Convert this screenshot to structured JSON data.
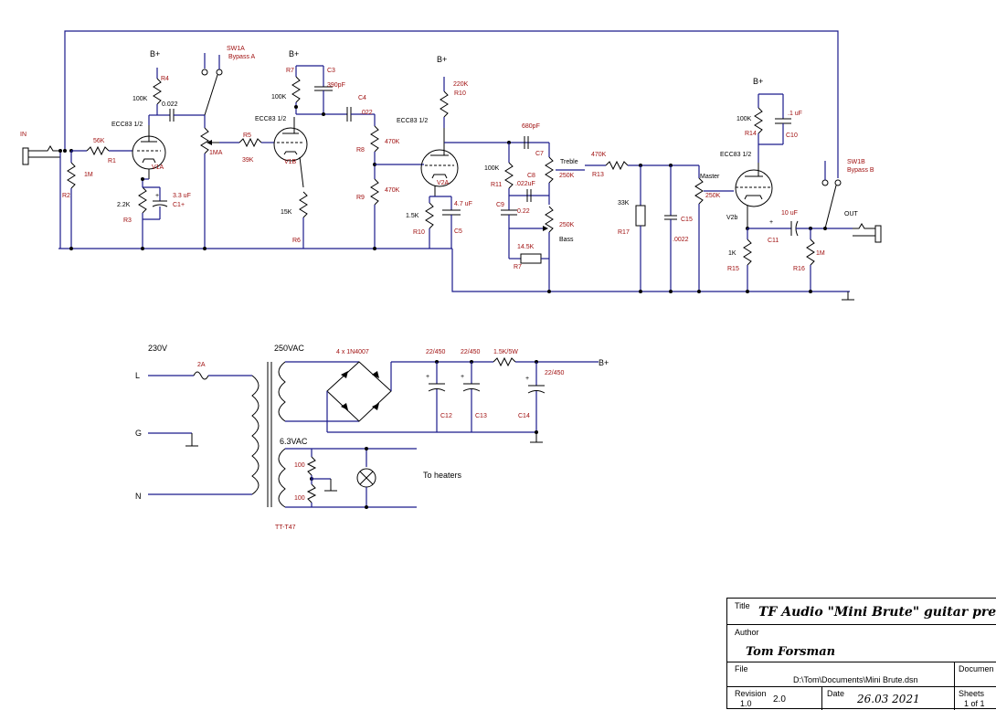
{
  "preamp": {
    "b_plus": "B+",
    "input": "IN",
    "output": "OUT",
    "components": {
      "r4": "R4",
      "r4_val": "100K",
      "c_coupling_1": "0.022",
      "r1_val": "56K",
      "r1": "R1",
      "r2": "R2",
      "r2_val": "1M",
      "tube_v1a_type": "ECC83 1/2",
      "tube_v1a": "V1A",
      "r3": "R3",
      "r3_val": "2.2K",
      "c1": "C1+",
      "c1_val": "3.3 uF",
      "sw1a": "SW1A",
      "sw1a_desc": "Bypass A",
      "r_1ma": "1MA",
      "r5": "R5",
      "r5_val": "39K",
      "r7": "R7",
      "r7_val": "100K",
      "c3": "C3",
      "c3_val": "390pF",
      "c4": "C4",
      "c4_val": ".022",
      "tube_v1b_type": "ECC83 1/2",
      "tube_v1b": "V1B",
      "r6": "R6",
      "r6_val": "15K",
      "r8": "R8",
      "r8_val": "470K",
      "r9": "R9",
      "r9_val": "470K",
      "r10_top": "R10",
      "r10_top_val": "220K",
      "tube_v2a_type": "ECC83 1/2",
      "tube_v2a": "V2A",
      "r10_bot": "R10",
      "r10_bot_val": "1.5K",
      "c5": "C5",
      "c5_val": "4.7 uF",
      "c7": "C7",
      "c7_val": "680pF",
      "r11": "R11",
      "r11_val": "100K",
      "c8": "C8",
      "c8_val": ".022uF",
      "c9": "C9",
      "c9_val": "0.22",
      "treble": "Treble",
      "treble_val": "250K",
      "bass": "Bass",
      "bass_val": "250K",
      "r7b": "R7",
      "r7b_val": "14.5K",
      "r13": "R13",
      "r13_val": "470K",
      "r17": "R17",
      "r17_val": "33K",
      "c15": "C15",
      "c15_val": ".0022",
      "master": "Master",
      "master_val": "250K",
      "r14": "R14",
      "r14_val": "100K",
      "c10": "C10",
      "c10_val": ".1 uF",
      "tube_v2b_type": "ECC83 1/2",
      "tube_v2b": "V2b",
      "r15": "R15",
      "r15_val": "1K",
      "c11": "C11",
      "c11_val": "10 uF",
      "r16": "R16",
      "r16_val": "1M",
      "sw1b": "SW1B",
      "sw1b_desc": "Bypass B"
    }
  },
  "psu": {
    "v_mains": "230V",
    "v_hv": "250VAC",
    "v_heater": "6.3VAC",
    "fuse": "2A",
    "line": "L",
    "ground": "G",
    "neutral": "N",
    "bridge": "4 x 1N4007",
    "c12": "C12",
    "c12_val": "22/450",
    "c13": "C13",
    "c13_val": "22/450",
    "r_drop": "1.5K/5W",
    "c14": "C14",
    "c14_val": "22/450",
    "b_plus": "B+",
    "heater_r1": "100",
    "heater_r2": "100",
    "to_heaters": "To heaters",
    "transformer": "TT-T47"
  },
  "title_block": {
    "title_label": "Title",
    "title": "TF Audio \"Mini Brute\" guitar preamp",
    "author_label": "Author",
    "author": "Tom Forsman",
    "file_label": "File",
    "file_path": "D:\\Tom\\Documents\\Mini Brute.dsn",
    "document_label": "Documen",
    "revision_label": "Revision",
    "revision_old": "1.0",
    "revision_new": "2.0",
    "date_label": "Date",
    "date": "26.03 2021",
    "sheets_label": "Sheets",
    "sheets": "1 of 1"
  }
}
